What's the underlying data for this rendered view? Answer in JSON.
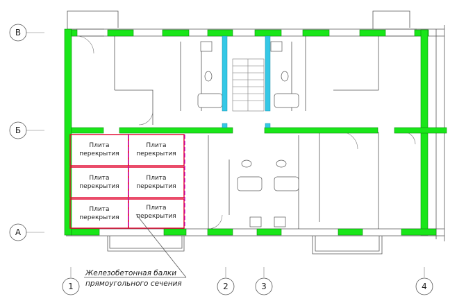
{
  "axes_rows": [
    "В",
    "Б",
    "А"
  ],
  "axes_columns": [
    "1",
    "2",
    "3",
    "4"
  ],
  "slabs": [
    {
      "line1": "Плита",
      "line2": "перекрытия"
    },
    {
      "line1": "Плита",
      "line2": "перекрытия"
    },
    {
      "line1": "Плита",
      "line2": "перекрытия"
    },
    {
      "line1": "Плита",
      "line2": "перекрытия"
    },
    {
      "line1": "Плита",
      "line2": "перекрытия"
    },
    {
      "line1": "Плита",
      "line2": "перекрытия"
    }
  ],
  "annotation": {
    "line1": "Железобетонная балки",
    "line2": "прямоугольного сечения"
  },
  "colors": {
    "wall": "#19e619",
    "column": "#35c8e6",
    "slab_outline": "#e0002a",
    "beam": "#c400c4"
  }
}
